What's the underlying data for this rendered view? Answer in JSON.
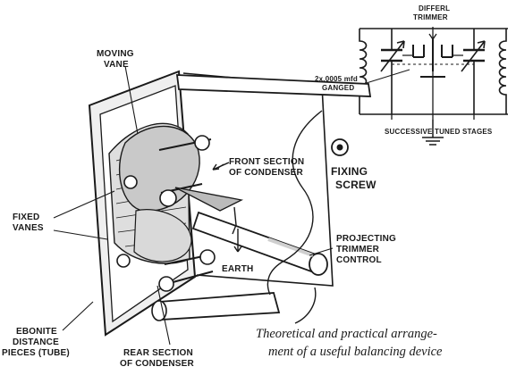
{
  "labels": {
    "moving_vane": [
      "MOVING",
      "VANE"
    ],
    "front_section": [
      "FRONT SECTION",
      "OF CONDENSER"
    ],
    "fixing_screw": [
      "FIXING",
      "SCREW"
    ],
    "fixed_vanes": [
      "FIXED",
      "VANES"
    ],
    "earth": "EARTH",
    "projecting_trimmer": [
      "PROJECTING",
      "TRIMMER",
      "CONTROL"
    ],
    "ebonite": [
      "EBONITE",
      "DISTANCE",
      "PIECES (TUBE)"
    ],
    "rear_section": [
      "REAR SECTION",
      "OF CONDENSER"
    ]
  },
  "inset": {
    "differential_trimmer": [
      "DIFFERL",
      "TRIMMER"
    ],
    "ganged": [
      "2x.0005 mfd",
      "GANGED"
    ],
    "successive": "SUCCESSIVE TUNED STAGES"
  },
  "caption": [
    "Theoretical and practical arrange-",
    "ment of a useful balancing device"
  ]
}
